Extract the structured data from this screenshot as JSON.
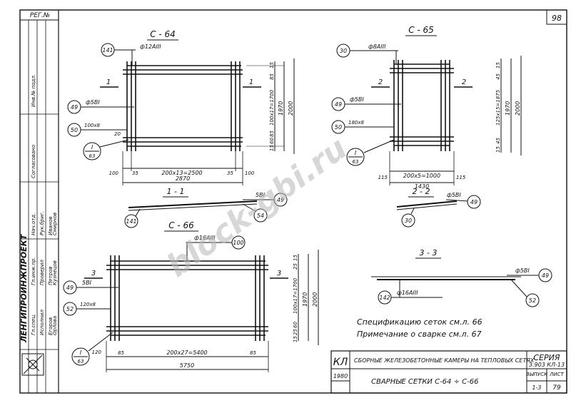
{
  "page_number": "98",
  "reg_label": "РЕГ.№",
  "side_stamp": {
    "org": "ЛЕНГИПРОИНЖПРОЕКТ",
    "roles": [
      "Нач.отд.",
      "Гл.инж.пр.",
      "Гл.спец.",
      "Рук.бриг.",
      "Проверил",
      "Исполнил"
    ],
    "names": [
      "Иванов",
      "Петров",
      "Егоров",
      "Смирнов",
      "Кузнецов",
      "Орлова"
    ],
    "agreed": "Согласовано",
    "year_note": "Инв.№ подл."
  },
  "title_block": {
    "code": "КЛ",
    "year": "1980",
    "description": "СБОРНЫЕ ЖЕЛЕЗОБЕТОННЫЕ КАМЕРЫ НА ТЕПЛОВЫХ СЕТЯХ",
    "sheet_title": "СВАРНЫЕ СЕТКИ С-64 ÷ С-66",
    "series_label": "СЕРИЯ",
    "series_value": "3.903 КЛ-13",
    "issue_label": "ВЫПУСК",
    "issue_value": "1-3",
    "sheet_label": "ЛИСТ",
    "sheet_value": "79"
  },
  "notes": [
    "Спецификацию сеток см.л. 66",
    "Примечание о сварке см.л. 67"
  ],
  "watermark": "block-gbi.ru",
  "meshes": {
    "c64": {
      "title": "С - 64",
      "pos_top": "141",
      "rebar_top": "ф12АIII",
      "pos_a": "49",
      "rebar_a": "ф5ВI",
      "pos_b": "50",
      "spacing_b": "100х8",
      "ref_num": "I",
      "ref_sheet": "63",
      "section_mark": "1",
      "dim_bottom_chain": [
        "100",
        "35",
        "200х13=2500",
        "35",
        "100"
      ],
      "dim_total": "2870",
      "dim_right_chain": [
        "15",
        "85",
        "100х17=1700",
        "85",
        "60",
        "15"
      ],
      "dim_right_mid": "1970",
      "dim_right_total": "2000",
      "dim_left_inner": "20"
    },
    "c65": {
      "title": "С - 65",
      "pos_top": "30",
      "rebar_top": "ф8АIII",
      "pos_a": "49",
      "rebar_a": "ф5ВI",
      "pos_b": "50",
      "spacing_b": "180х8",
      "ref_num": "I",
      "ref_sheet": "63",
      "section_mark": "2",
      "dim_bottom_chain": [
        "115",
        "200х5=1000",
        "115"
      ],
      "dim_total": "1430",
      "dim_right_chain": [
        "15",
        "45",
        "125х15=1875",
        "45",
        "15"
      ],
      "dim_right_mid": "1970",
      "dim_right_total": "2000"
    },
    "c66": {
      "title": "С - 66",
      "pos_top": "100",
      "rebar_top": "ф16АIII",
      "pos_a": "49",
      "rebar_a": "5ВI",
      "pos_b": "52",
      "spacing_b": "120х8",
      "ref_num": "I",
      "ref_sheet": "63",
      "section_mark": "3",
      "dim_bottom_chain": [
        "85",
        "200х27=5400",
        "85"
      ],
      "dim_total": "5750",
      "dim_left_small": "120",
      "dim_right_chain": [
        "15",
        "25",
        "100х17=1700",
        "60",
        "25",
        "15"
      ],
      "dim_right_mid": "1970",
      "dim_right_total": "2000"
    }
  },
  "sections": {
    "s1": {
      "title": "1 - 1",
      "rebar": "5ВI",
      "pos_a": "49",
      "pos_b": "141",
      "pos_c": "54"
    },
    "s2": {
      "title": "2 - 2",
      "rebar": "ф5ВI",
      "pos_a": "49",
      "pos_b": "30"
    },
    "s3": {
      "title": "3 - 3",
      "rebar": "ф5ВI",
      "pos_a": "49",
      "pos_b": "142",
      "rebar_b": "ф16АIII",
      "pos_c": "52"
    }
  }
}
